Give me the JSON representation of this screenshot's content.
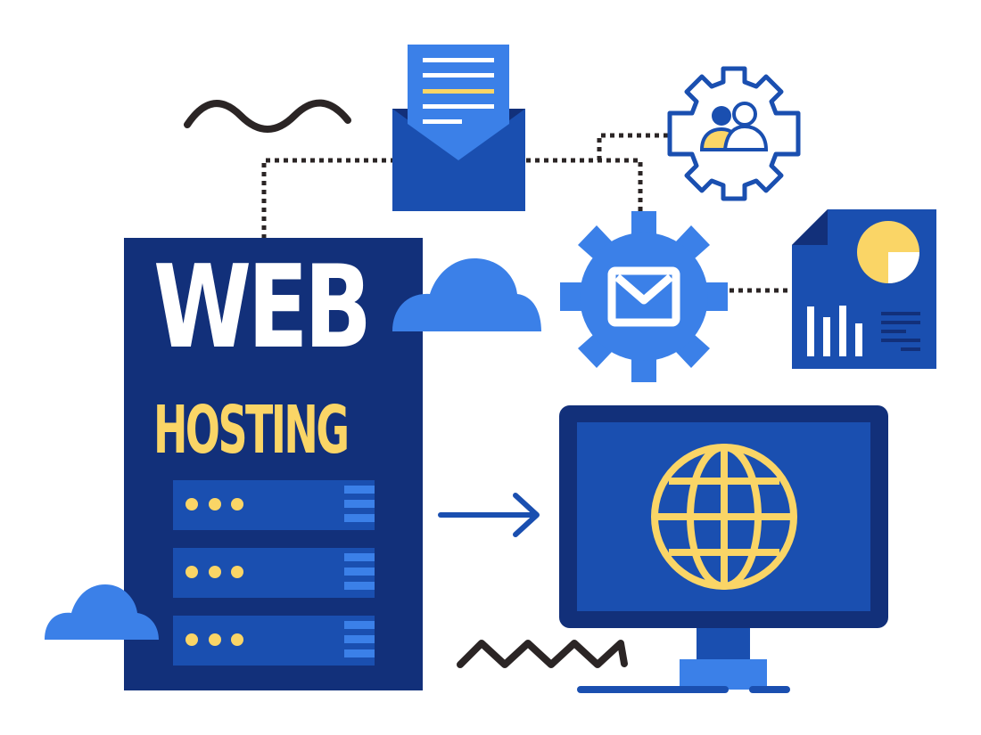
{
  "illustration": {
    "title_line1": "WEB",
    "title_line2": "HOSTING",
    "colors": {
      "dark_navy": "#12307a",
      "royal_blue": "#1a4fb0",
      "light_blue": "#3b80e8",
      "yellow": "#fad566",
      "white": "#ffffff",
      "dark_line": "#2b2525"
    },
    "elements": [
      "server-tower",
      "open-envelope-with-letter",
      "team-gear-outline",
      "email-gear",
      "report-document",
      "desktop-monitor-globe",
      "arrow-right",
      "cloud-large",
      "cloud-small",
      "squiggle-top",
      "zigzag-bottom"
    ]
  }
}
